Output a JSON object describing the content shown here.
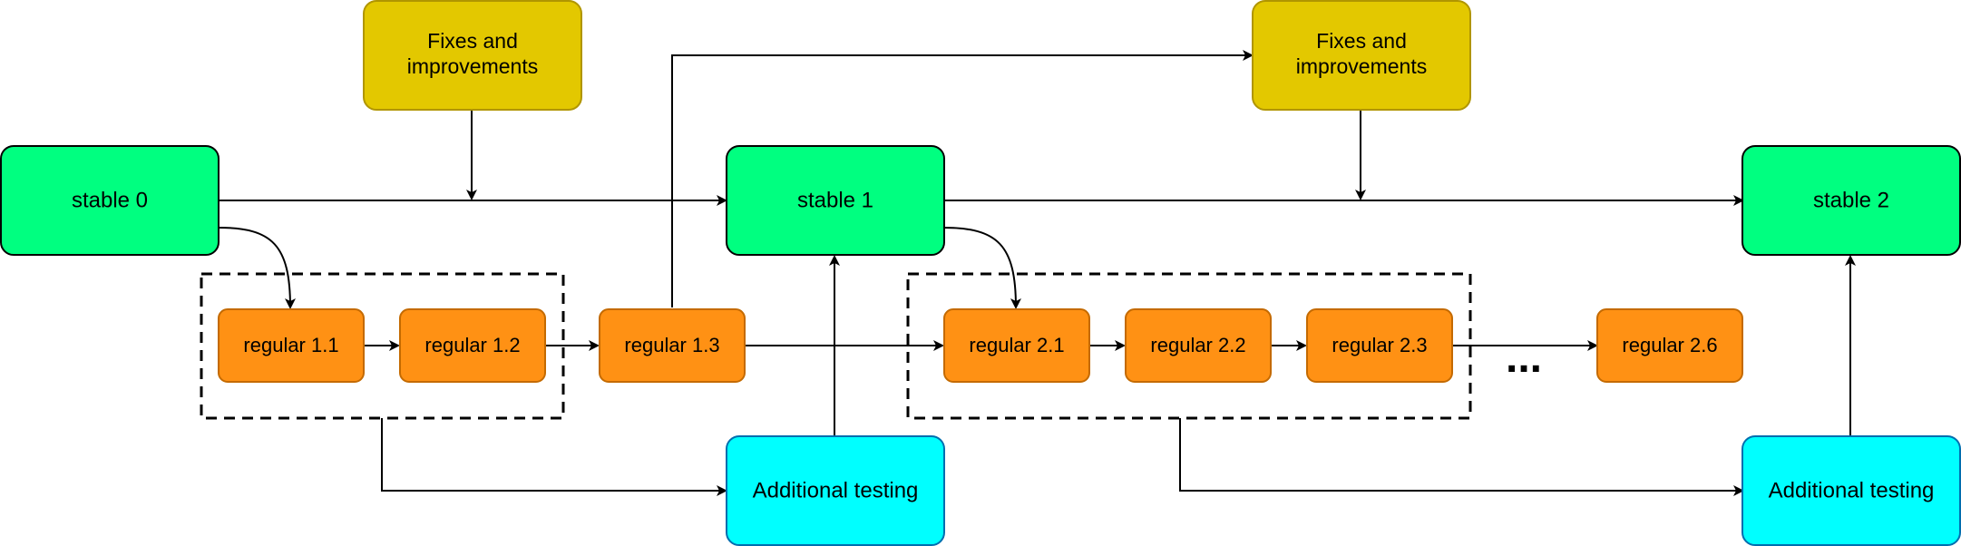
{
  "colors": {
    "stable": "#00FF80",
    "fixes": "#E3C800",
    "fixes_border": "#B09500",
    "regular": "#FF9114",
    "regular_border": "#C46A00",
    "testing": "#00FFFF",
    "testing_border": "#006EAF",
    "line": "#000000"
  },
  "nodes": {
    "stable_0": {
      "label": "stable 0"
    },
    "stable_1": {
      "label": "stable 1"
    },
    "stable_2": {
      "label": "stable 2"
    },
    "fixes_1": {
      "label_line1": "Fixes and",
      "label_line2": "improvements"
    },
    "fixes_2": {
      "label_line1": "Fixes and",
      "label_line2": "improvements"
    },
    "regular_1_1": {
      "label": "regular 1.1"
    },
    "regular_1_2": {
      "label": "regular 1.2"
    },
    "regular_1_3": {
      "label": "regular 1.3"
    },
    "regular_2_1": {
      "label": "regular 2.1"
    },
    "regular_2_2": {
      "label": "regular 2.2"
    },
    "regular_2_3": {
      "label": "regular 2.3"
    },
    "regular_2_6": {
      "label": "regular 2.6"
    },
    "testing_1": {
      "label": "Additional testing"
    },
    "testing_2": {
      "label": "Additional testing"
    }
  },
  "ellipsis": "..."
}
